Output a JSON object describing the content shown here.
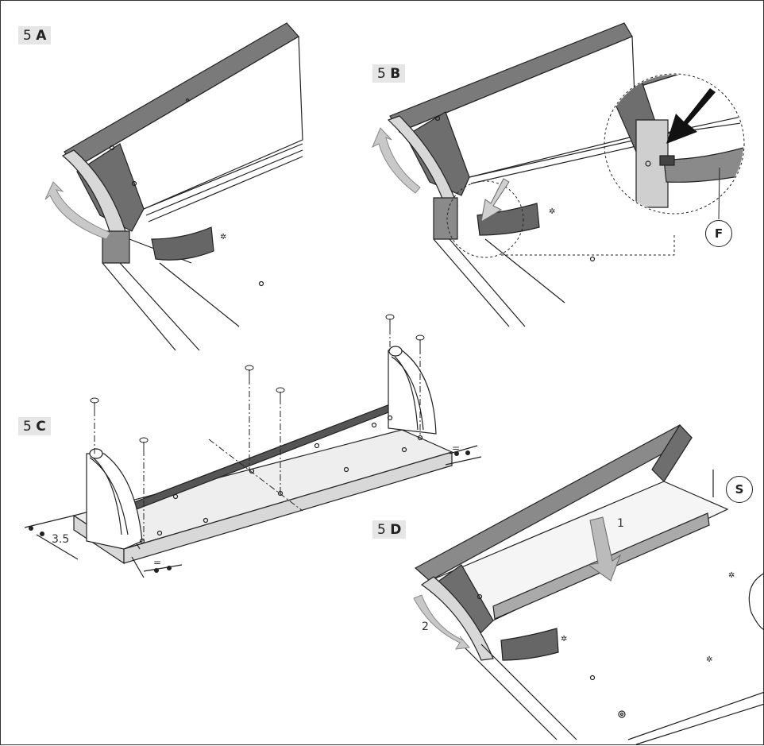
{
  "steps": {
    "a": {
      "number": "5",
      "letter": "A"
    },
    "b": {
      "number": "5",
      "letter": "B"
    },
    "c": {
      "number": "5",
      "letter": "C"
    },
    "d": {
      "number": "5",
      "letter": "D"
    }
  },
  "callouts": {
    "f": "F",
    "s": "S"
  },
  "dimensions": {
    "offset": "3.5",
    "equal_mark": "="
  },
  "sequence": {
    "first": "1",
    "second": "2"
  },
  "colors": {
    "panel_dark": "#6e6e6e",
    "panel_mid": "#9b9b9b",
    "panel_light": "#d0d0d0",
    "arrow_gray": "#c8c8c8",
    "line": "#222222"
  }
}
